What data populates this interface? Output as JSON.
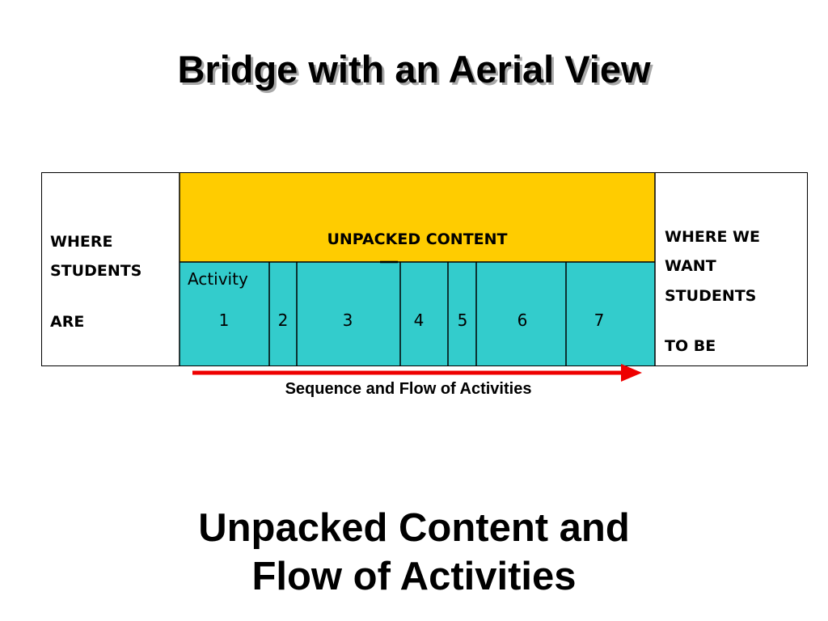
{
  "slide": {
    "title": "Bridge with an Aerial View",
    "bottom_title_line1": "Unpacked Content and",
    "bottom_title_line2": "Flow of Activities"
  },
  "diagram": {
    "left_cell": {
      "line1": "WHERE",
      "line2": "STUDENTS",
      "line3": "ARE"
    },
    "header": {
      "label": "UNPACKED CONTENT",
      "color": "#FFCC00"
    },
    "activities": {
      "word": "Activity",
      "color": "#33CCCC",
      "numbers": [
        "1",
        "2",
        "3",
        "4",
        "5",
        "6",
        "7"
      ]
    },
    "right_cell": {
      "line1": "WHERE WE",
      "line2": "WANT",
      "line3": "STUDENTS",
      "line4": "TO BE"
    },
    "arrow": {
      "caption": "Sequence and Flow of Activities",
      "color": "#EE0000"
    }
  }
}
